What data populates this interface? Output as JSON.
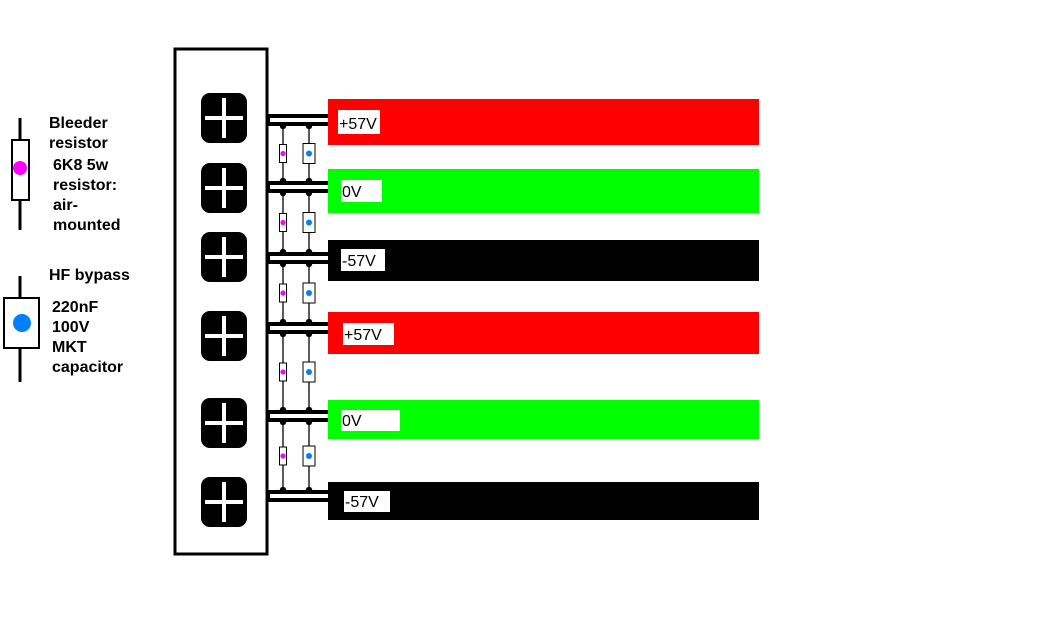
{
  "legend": {
    "resistor": {
      "title_lines": [
        "Bleeder",
        "resistor"
      ],
      "desc_lines": [
        "6K8 5w",
        "resistor:",
        "air-",
        "mounted"
      ]
    },
    "capacitor": {
      "title_lines": [
        "HF bypass"
      ],
      "desc_lines": [
        "220nF",
        "100V",
        "MKT",
        "capacitor"
      ]
    }
  },
  "colors": {
    "positive": "#ff0000",
    "zero": "#00ff00",
    "negative": "#000000",
    "resistor_dot": "#ff00ff",
    "capacitor_dot": "#0080ff"
  },
  "rails": [
    {
      "label": "+57V",
      "polarity": "positive"
    },
    {
      "label": "0V",
      "polarity": "zero"
    },
    {
      "label": "-57V",
      "polarity": "negative"
    },
    {
      "label": "+57V",
      "polarity": "positive"
    },
    {
      "label": "0V",
      "polarity": "zero"
    },
    {
      "label": "-57V",
      "polarity": "negative"
    }
  ]
}
